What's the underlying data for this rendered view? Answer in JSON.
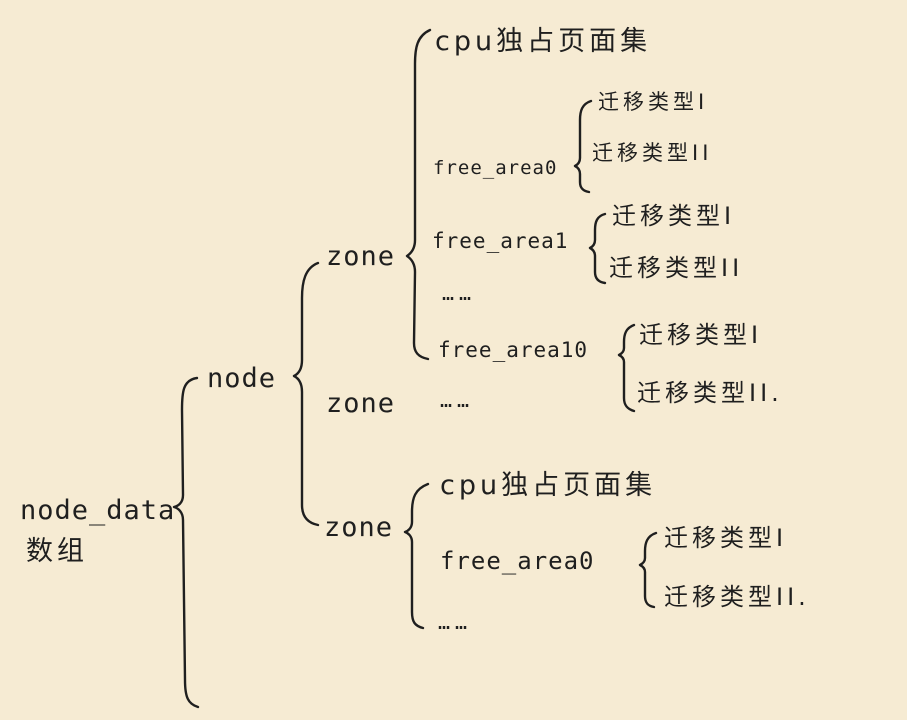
{
  "root": {
    "label_line1": "node_data",
    "label_line2": "数组"
  },
  "node": {
    "label": "node"
  },
  "zones": [
    {
      "label": "zone",
      "cpu_pages": "cpu独占页面集",
      "free_areas": [
        {
          "label": "free_area0",
          "types": [
            "迁移类型I",
            "迁移类型II"
          ]
        },
        {
          "label": "free_area1",
          "types": [
            "迁移类型I",
            "迁移类型II"
          ]
        },
        {
          "label": "free_area10",
          "types": [
            "迁移类型I",
            "迁移类型II."
          ]
        }
      ],
      "ellipsis": "……"
    },
    {
      "label": "zone",
      "ellipsis": "……"
    },
    {
      "label": "zone",
      "cpu_pages": "cpu独占页面集",
      "free_areas": [
        {
          "label": "free_area0",
          "types": [
            "迁移类型I",
            "迁移类型II."
          ]
        }
      ],
      "ellipsis": "……"
    }
  ]
}
